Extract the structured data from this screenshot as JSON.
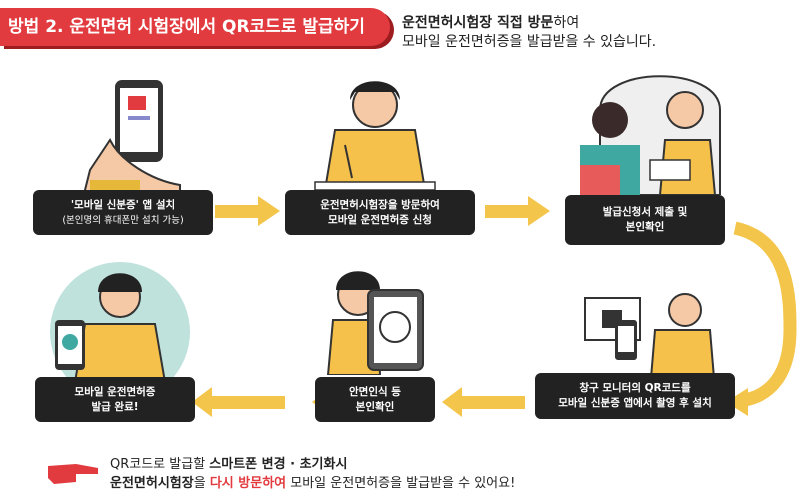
{
  "banner": {
    "title": "방법 2. 운전면허 시험장에서 QR코드로 발급하기"
  },
  "intro": {
    "line1_bold": "운전면허시험장 직접 방문",
    "line1_rest": "하여",
    "line2": "모바일 운전면허증을 발급받을 수 있습니다."
  },
  "steps": [
    {
      "line1": "'모바일 신분증' 앱 설치",
      "line2": "(본인명의 휴대폰만 설치 가능)"
    },
    {
      "line1": "운전면허시험장을 방문하여",
      "line2": "모바일 운전면허증 신청"
    },
    {
      "line1": "발급신청서 제출 및",
      "line2": "본인확인"
    },
    {
      "line1": "창구 모니터의 QR코드를",
      "line2": "모바일 신분증 앱에서 촬영 후 설치"
    },
    {
      "line1": "안면인식 등",
      "line2": "본인확인"
    },
    {
      "line1": "모바일 운전면허증",
      "line2": "발급 완료!"
    }
  ],
  "footer": {
    "line1_pre": "QR코드로 발급할 ",
    "line1_bold": "스마트폰 변경 · 초기화시",
    "line2_bold": "운전면허시험장",
    "line2_mid": "을 ",
    "line2_red": "다시 방문하여",
    "line2_rest": " 모바일 운전면허증을 발급받을 수 있어요!"
  },
  "colors": {
    "accent_red": "#e23b3f",
    "arrow_yellow": "#f3c54a",
    "label_bg": "#222222",
    "shirt": "#f5c14a"
  }
}
